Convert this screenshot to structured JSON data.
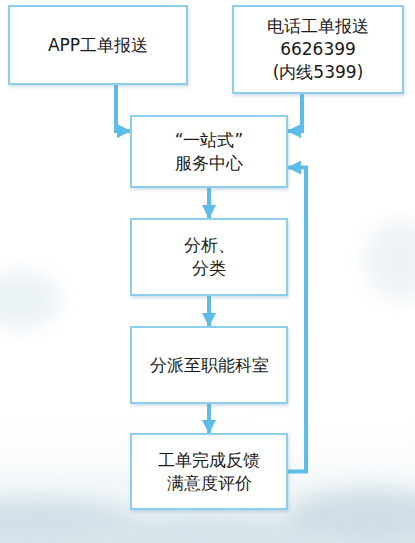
{
  "diagram": {
    "nodes": [
      {
        "text": [
          "APP工单报送"
        ]
      },
      {
        "text": [
          "电话工单报送 6626399 (内线5399)"
        ]
      },
      {
        "text": [
          "“一站式” 服务中心"
        ]
      },
      {
        "text": [
          "分析、分类"
        ]
      },
      {
        "text": [
          "分派至职能科室"
        ]
      },
      {
        "text": [
          "工单完成反馈 满意度评价"
        ]
      }
    ],
    "edges": [
      {
        "from": 0,
        "to": 2,
        "arrow": "to"
      },
      {
        "from": 1,
        "to": 2,
        "arrow": "to"
      },
      {
        "from": 2,
        "to": 3,
        "arrow": "to"
      },
      {
        "from": 3,
        "to": 4,
        "arrow": "to"
      },
      {
        "from": 4,
        "to": 5,
        "arrow": "to"
      },
      {
        "from": 5,
        "to": 2,
        "arrow": "to"
      }
    ]
  }
}
